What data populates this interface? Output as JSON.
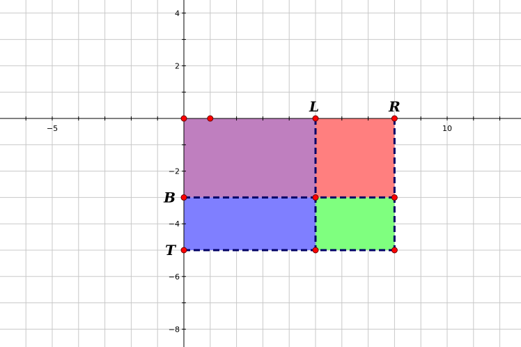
{
  "chart_data": {
    "type": "area",
    "xlim": [
      -6.9,
      12.9
    ],
    "ylim": [
      -8.7,
      4.4
    ],
    "grid": true,
    "x_ticks": [
      {
        "value": -5,
        "label": "−5"
      },
      {
        "value": 10,
        "label": "10"
      }
    ],
    "y_ticks": [
      {
        "value": 4,
        "label": "4"
      },
      {
        "value": 2,
        "label": "2"
      },
      {
        "value": -2,
        "label": "−2"
      },
      {
        "value": -4,
        "label": "−4"
      },
      {
        "value": -6,
        "label": "−6"
      },
      {
        "value": -8,
        "label": "−8"
      }
    ],
    "regions": [
      {
        "id": "purple",
        "x": [
          0,
          5
        ],
        "y": [
          -3,
          0
        ],
        "color": "#bf7fbf"
      },
      {
        "id": "red",
        "x": [
          5,
          8
        ],
        "y": [
          -3,
          0
        ],
        "color": "#ff7f7f"
      },
      {
        "id": "blue",
        "x": [
          0,
          5
        ],
        "y": [
          -5,
          -3
        ],
        "color": "#7f7fff"
      },
      {
        "id": "green",
        "x": [
          5,
          8
        ],
        "y": [
          -5,
          -3
        ],
        "color": "#7fff7f"
      }
    ],
    "dashed_segments": [
      {
        "from": [
          5,
          0
        ],
        "to": [
          5,
          -5
        ]
      },
      {
        "from": [
          8,
          0
        ],
        "to": [
          8,
          -5
        ]
      },
      {
        "from": [
          0,
          -3
        ],
        "to": [
          8,
          -3
        ]
      },
      {
        "from": [
          0,
          -5
        ],
        "to": [
          8,
          -5
        ]
      }
    ],
    "points": [
      {
        "x": 0,
        "y": 0
      },
      {
        "x": 1,
        "y": 0
      },
      {
        "x": 5,
        "y": 0
      },
      {
        "x": 8,
        "y": 0
      },
      {
        "x": 0,
        "y": -3
      },
      {
        "x": 5,
        "y": -3
      },
      {
        "x": 8,
        "y": -3
      },
      {
        "x": 0,
        "y": -5
      },
      {
        "x": 5,
        "y": -5
      },
      {
        "x": 8,
        "y": -5
      }
    ],
    "labels": [
      {
        "text": "L",
        "x": 5,
        "y": 0,
        "anchor": "above-left"
      },
      {
        "text": "R",
        "x": 8,
        "y": 0,
        "anchor": "above"
      },
      {
        "text": "B",
        "x": 0,
        "y": -3,
        "anchor": "left"
      },
      {
        "text": "T",
        "x": 0,
        "y": -5,
        "anchor": "left"
      }
    ]
  }
}
